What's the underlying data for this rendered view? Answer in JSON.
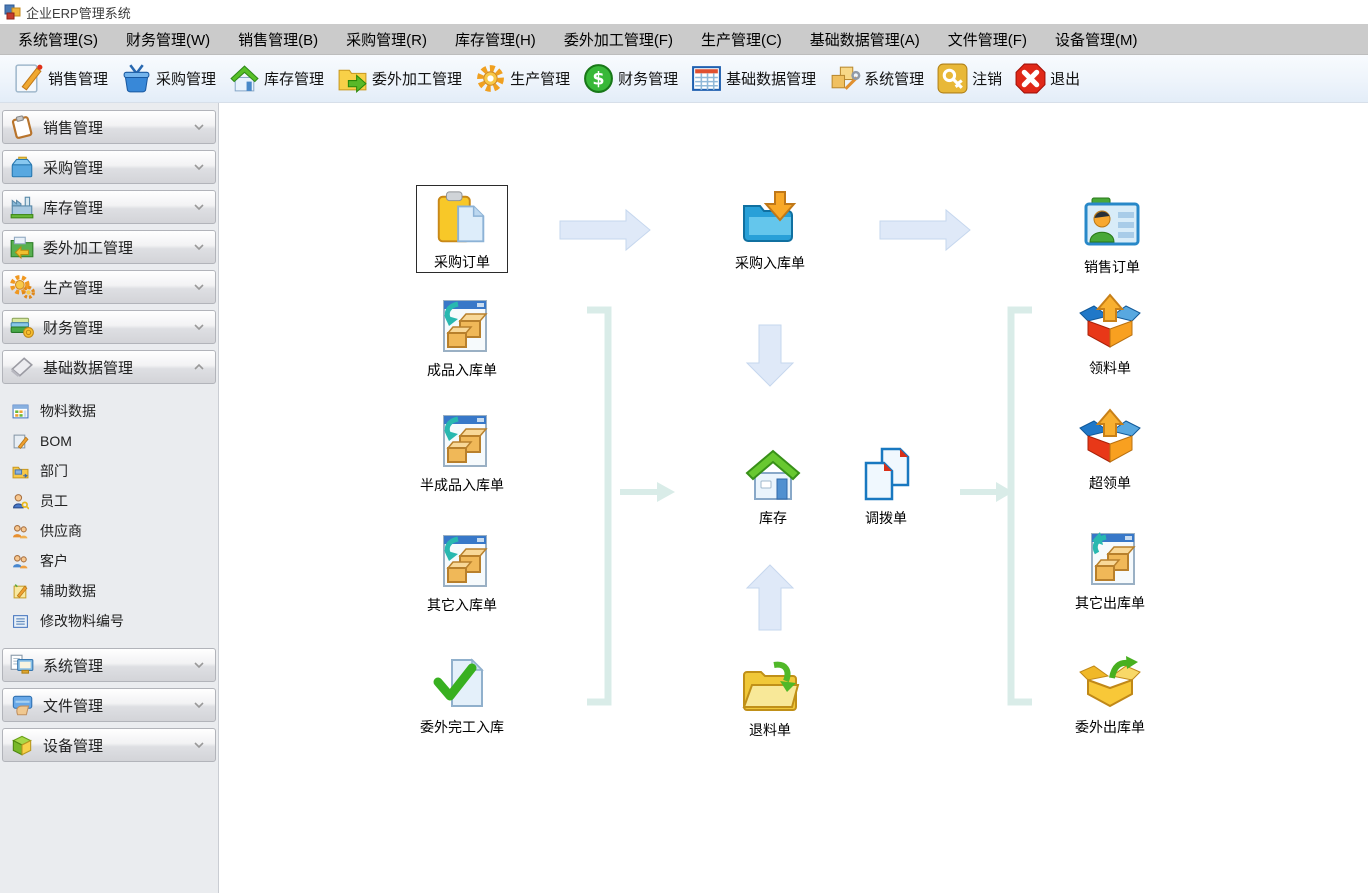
{
  "window": {
    "title": "企业ERP管理系统"
  },
  "menu": {
    "items": [
      {
        "label": "系统管理(S)"
      },
      {
        "label": "财务管理(W)"
      },
      {
        "label": "销售管理(B)"
      },
      {
        "label": "采购管理(R)"
      },
      {
        "label": "库存管理(H)"
      },
      {
        "label": "委外加工管理(F)"
      },
      {
        "label": "生产管理(C)"
      },
      {
        "label": "基础数据管理(A)"
      },
      {
        "label": "文件管理(F)"
      },
      {
        "label": "设备管理(M)"
      }
    ]
  },
  "toolbar": {
    "items": [
      {
        "label": "销售管理",
        "icon": "edit-doc-icon"
      },
      {
        "label": "采购管理",
        "icon": "bag-icon"
      },
      {
        "label": "库存管理",
        "icon": "house-icon"
      },
      {
        "label": "委外加工管理",
        "icon": "folder-arrow-icon"
      },
      {
        "label": "生产管理",
        "icon": "gear-icon"
      },
      {
        "label": "财务管理",
        "icon": "dollar-icon"
      },
      {
        "label": "基础数据管理",
        "icon": "table-icon"
      },
      {
        "label": "系统管理",
        "icon": "boxes-tools-icon"
      },
      {
        "label": "注销",
        "icon": "key-icon"
      },
      {
        "label": "退出",
        "icon": "exit-icon"
      }
    ]
  },
  "sidebar": {
    "panels": [
      {
        "label": "销售管理",
        "state": "collapsed"
      },
      {
        "label": "采购管理",
        "state": "collapsed"
      },
      {
        "label": "库存管理",
        "state": "collapsed"
      },
      {
        "label": "委外加工管理",
        "state": "collapsed"
      },
      {
        "label": "生产管理",
        "state": "collapsed"
      },
      {
        "label": "财务管理",
        "state": "collapsed"
      },
      {
        "label": "基础数据管理",
        "state": "expanded",
        "items": [
          {
            "label": "物料数据"
          },
          {
            "label": "BOM"
          },
          {
            "label": "部门"
          },
          {
            "label": "员工"
          },
          {
            "label": "供应商"
          },
          {
            "label": "客户"
          },
          {
            "label": "辅助数据"
          },
          {
            "label": "修改物料编号"
          }
        ]
      },
      {
        "label": "系统管理",
        "state": "collapsed"
      },
      {
        "label": "文件管理",
        "state": "collapsed"
      },
      {
        "label": "设备管理",
        "state": "collapsed"
      }
    ]
  },
  "diagram": {
    "nodes": [
      {
        "label": "采购订单",
        "selected": true
      },
      {
        "label": "采购入库单"
      },
      {
        "label": "销售订单"
      },
      {
        "label": "成品入库单"
      },
      {
        "label": "半成品入库单"
      },
      {
        "label": "其它入库单"
      },
      {
        "label": "委外完工入库"
      },
      {
        "label": "库存"
      },
      {
        "label": "调拨单"
      },
      {
        "label": "退料单"
      },
      {
        "label": "领料单"
      },
      {
        "label": "超领单"
      },
      {
        "label": "其它出库单"
      },
      {
        "label": "委外出库单"
      }
    ]
  },
  "colors": {
    "menubar_bg": "#cbcbcb",
    "toolbar_bg": "#eef4fb",
    "sidebar_bg": "#eaecef",
    "flow_arrow_blue": "#dfe9f8",
    "connector_mint": "#d9ece8"
  }
}
